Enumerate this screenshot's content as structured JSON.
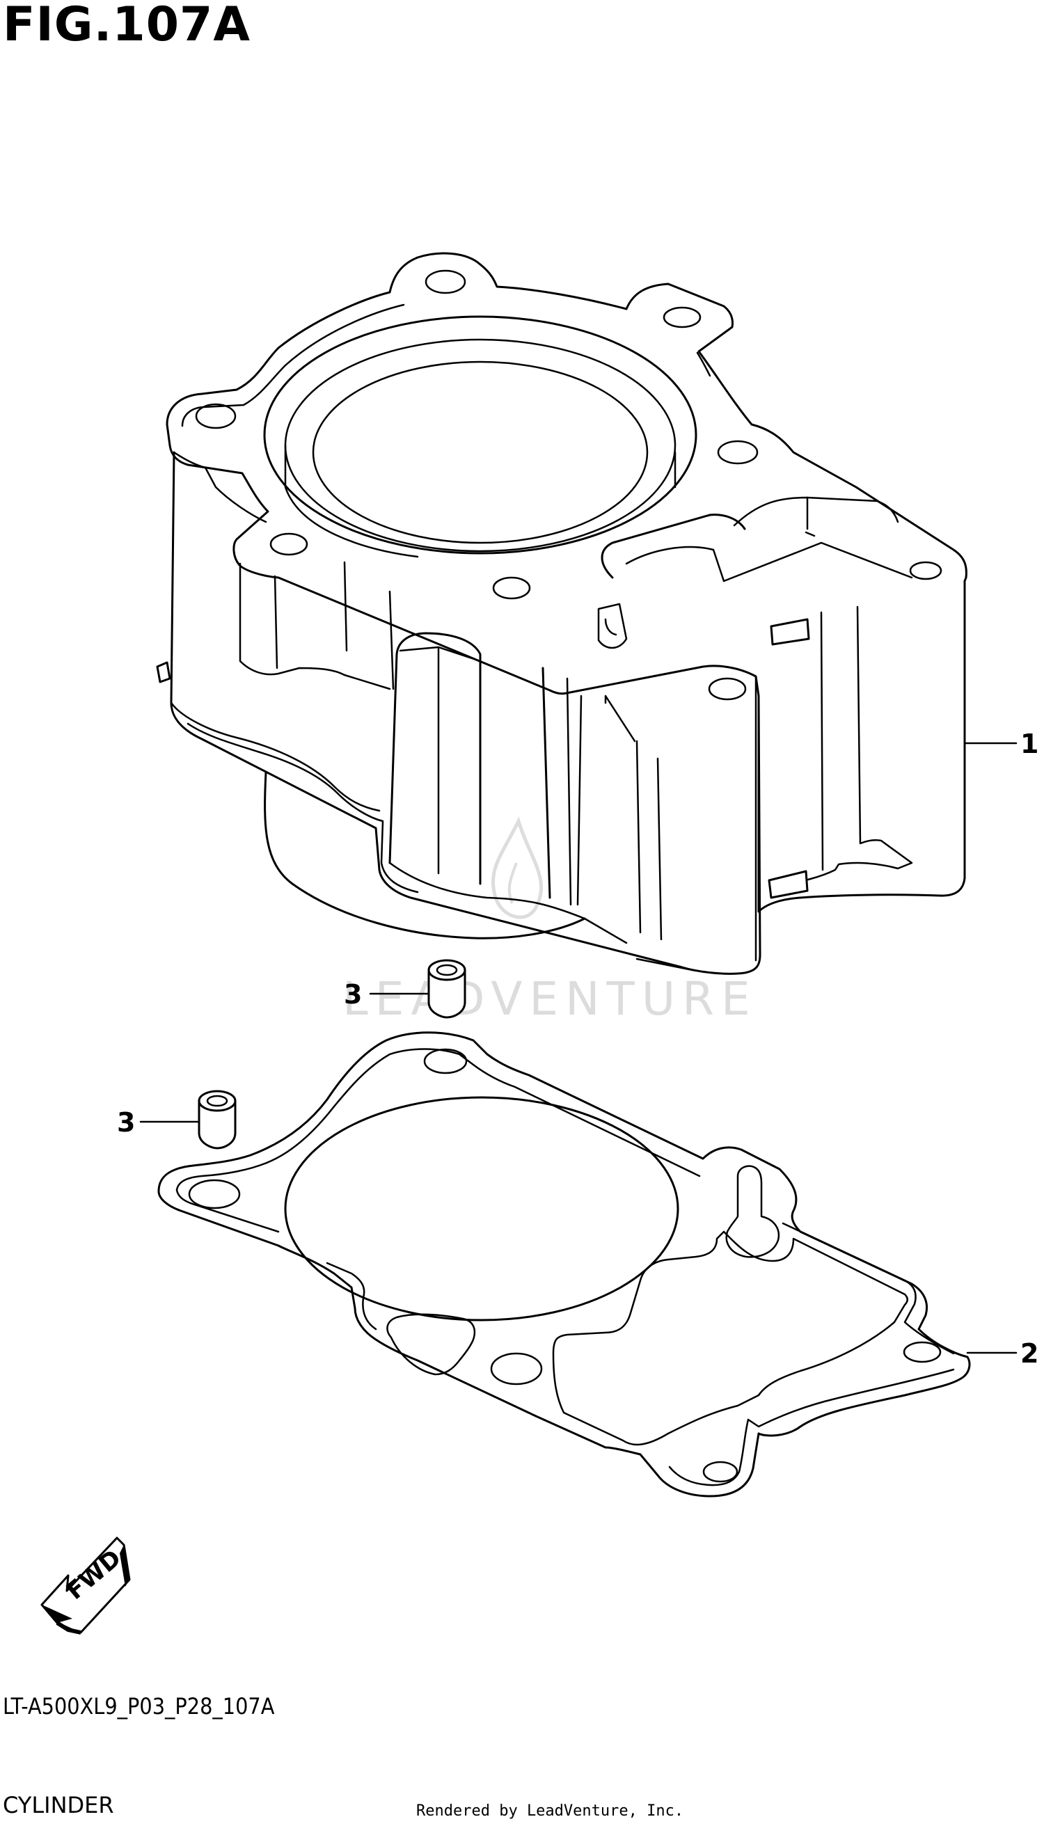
{
  "figure": {
    "title": "FIG.107A"
  },
  "callouts": [
    {
      "number": "1"
    },
    {
      "number": "2"
    },
    {
      "number": "3"
    },
    {
      "number": "3"
    }
  ],
  "direction_marker": {
    "label": "FWD"
  },
  "watermark": {
    "text": "LEADVENTURE"
  },
  "footer": {
    "code": "LT-A500XL9_P03_P28_107A",
    "caption": "CYLINDER",
    "credit": "Rendered by LeadVenture, Inc."
  }
}
